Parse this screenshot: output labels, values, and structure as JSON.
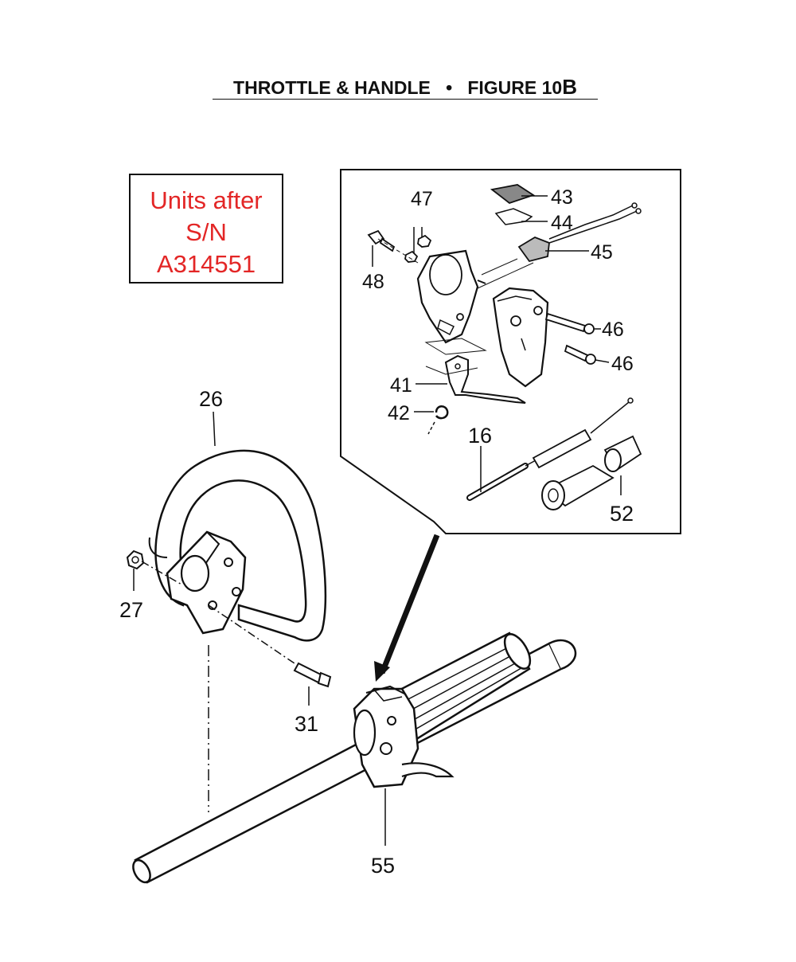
{
  "title": {
    "text": "THROTTLE & HANDLE",
    "separator": "•",
    "figure_prefix": "FIGURE 10",
    "figure_suffix": "B"
  },
  "serial_note": {
    "line1": "Units after",
    "line2": "S/N",
    "line3": "A314551",
    "color": "#e32626"
  },
  "callouts": {
    "n16": "16",
    "n26": "26",
    "n27": "27",
    "n31": "31",
    "n41": "41",
    "n42": "42",
    "n43": "43",
    "n44": "44",
    "n45": "45",
    "n46a": "46",
    "n46b": "46",
    "n47": "47",
    "n48": "48",
    "n52": "52",
    "n55": "55"
  }
}
